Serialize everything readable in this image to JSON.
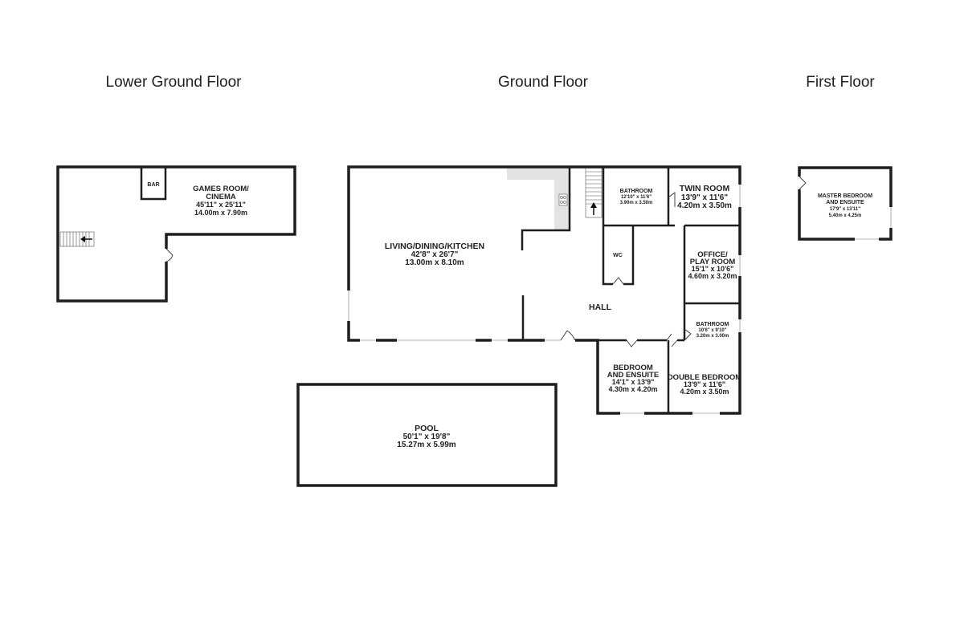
{
  "floors": {
    "lower": "Lower Ground Floor",
    "ground": "Ground Floor",
    "first": "First Floor"
  },
  "rooms": {
    "games": {
      "name1": "GAMES ROOM/",
      "name2": "CINEMA",
      "imperial": "45'11\"  x 25'11\"",
      "metric": "14.00m  x 7.90m"
    },
    "bar": {
      "name": "BAR"
    },
    "living": {
      "name": "LIVING/DINING/KITCHEN",
      "imperial": "42'8\"  x 26'7\"",
      "metric": "13.00m  x 8.10m"
    },
    "bathroom1": {
      "name": "BATHROOM",
      "imperial": "12'10\"  x 11'6\"",
      "metric": "3.90m  x 3.50m"
    },
    "twin": {
      "name": "TWIN ROOM",
      "imperial": "13'9\"  x 11'6\"",
      "metric": "4.20m  x 3.50m"
    },
    "wc": {
      "name": "WC"
    },
    "office": {
      "name1": "OFFICE/",
      "name2": "PLAY ROOM",
      "imperial": "15'1\"  x 10'6\"",
      "metric": "4.60m  x 3.20m"
    },
    "hall": {
      "name": "HALL"
    },
    "bathroom2": {
      "name": "BATHROOM",
      "imperial": "10'6\"  x 9'10\"",
      "metric": "3.20m  x 3.00m"
    },
    "bedroom": {
      "name1": "BEDROOM",
      "name2": "AND ENSUITE",
      "imperial": "14'1\"  x 13'9\"",
      "metric": "4.30m  x 4.20m"
    },
    "double": {
      "name": "DOUBLE BEDROOM",
      "imperial": "13'9\"  x 11'6\"",
      "metric": "4.20m  x 3.50m"
    },
    "pool": {
      "name": "POOL",
      "imperial": "50'1\"  x 19'8\"",
      "metric": "15.27m  x 5.99m"
    },
    "master": {
      "name1": "MASTER BEDROOM",
      "name2": "AND ENSUITE",
      "imperial": "17'9\"  x 13'11\"",
      "metric": "5.40m  x 4.25m"
    }
  }
}
